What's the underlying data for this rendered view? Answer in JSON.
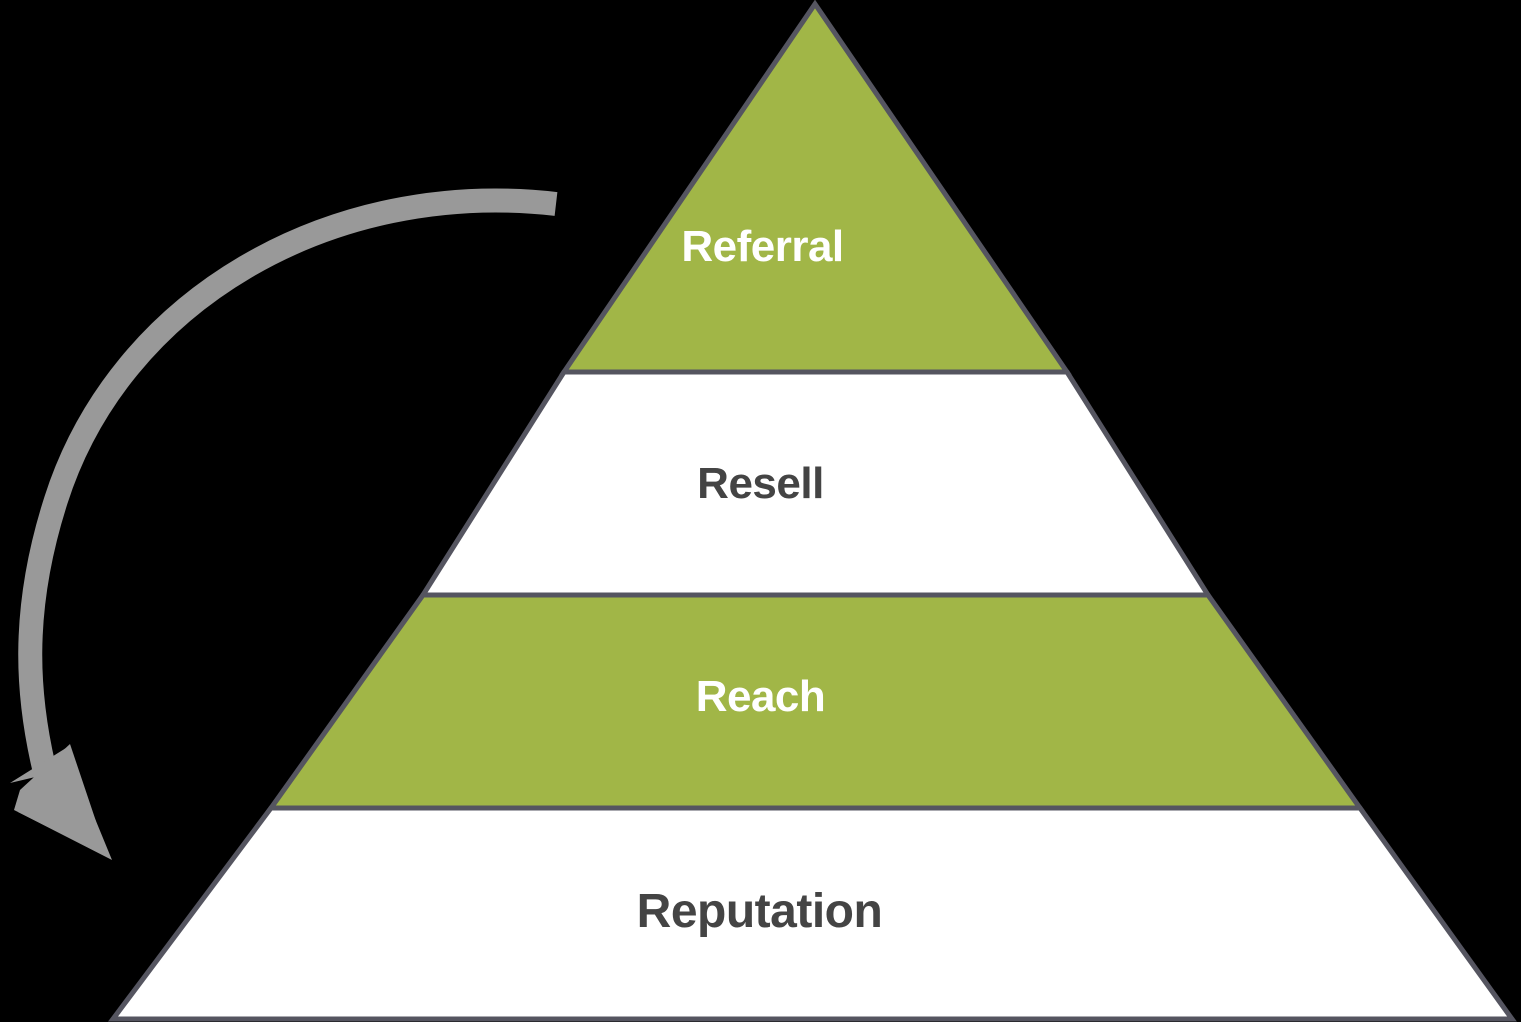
{
  "diagram": {
    "type": "pyramid",
    "title": "",
    "background_color": "#000000",
    "outline_color": "#555560",
    "accent_color": "#A1B647",
    "plain_color": "#FFFFFF",
    "dark_text_color": "#444444",
    "light_text_color": "#FFFFFF",
    "arrow_color": "#999999",
    "tiers": [
      {
        "id": "referral",
        "label": "Referral",
        "fill": "#A1B647",
        "text_color": "#FFFFFF",
        "level": 1
      },
      {
        "id": "resell",
        "label": "Resell",
        "fill": "#FFFFFF",
        "text_color": "#444444",
        "level": 2
      },
      {
        "id": "reach",
        "label": "Reach",
        "fill": "#A1B647",
        "text_color": "#FFFFFF",
        "level": 3
      },
      {
        "id": "reputation",
        "label": "Reputation",
        "fill": "#FFFFFF",
        "text_color": "#444444",
        "level": 4
      }
    ],
    "arrow": {
      "name": "curved-down-arrow",
      "direction": "clockwise-descending",
      "color": "#999999",
      "label": ""
    }
  },
  "chart_data": {
    "type": "pie",
    "title": "",
    "categories": [
      "Referral",
      "Resell",
      "Reach",
      "Reputation"
    ],
    "values": [
      1,
      2,
      3,
      4
    ],
    "xlabel": "",
    "ylabel": "",
    "legend": []
  }
}
